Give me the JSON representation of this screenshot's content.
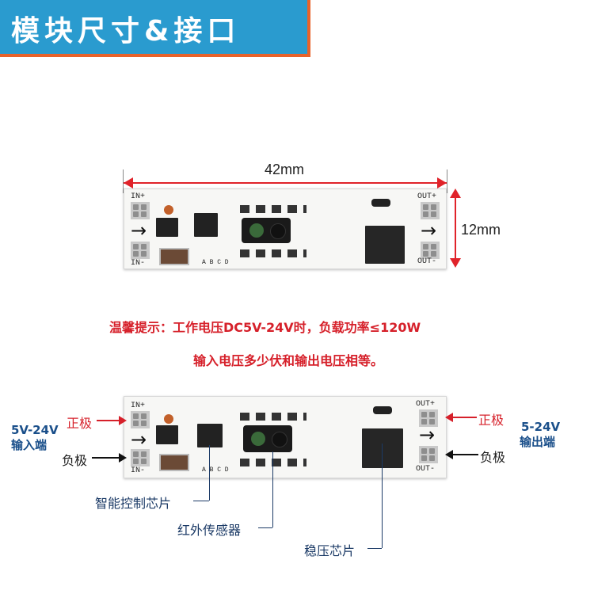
{
  "header": {
    "title": "模块尺寸&接口"
  },
  "dimensions": {
    "width": "42mm",
    "height": "12mm"
  },
  "board": {
    "in_plus": "IN+",
    "in_minus": "IN-",
    "out_plus": "OUT+",
    "out_minus": "OUT-",
    "arrow": "→",
    "silk_letters": "A B C D"
  },
  "notes": {
    "line1": "温馨提示：工作电压DC5V-24V时，负载功率≤120W",
    "line2": "输入电压多少伏和输出电压相等。"
  },
  "labels": {
    "input_voltage": "5V-24V",
    "input_port": "输入端",
    "output_voltage": "5-24V",
    "output_port": "输出端",
    "positive_left": "正极",
    "negative_left": "负极",
    "positive_right": "正极",
    "negative_right": "负极",
    "smart_chip": "智能控制芯片",
    "ir_sensor": "红外传感器",
    "regulator_chip": "稳压芯片"
  },
  "colors": {
    "header_blue": "#2a9bcf",
    "header_orange": "#e8622a",
    "dimension_red": "#e0232a",
    "note_red": "#d6202a",
    "label_navy": "#1b3a66"
  }
}
